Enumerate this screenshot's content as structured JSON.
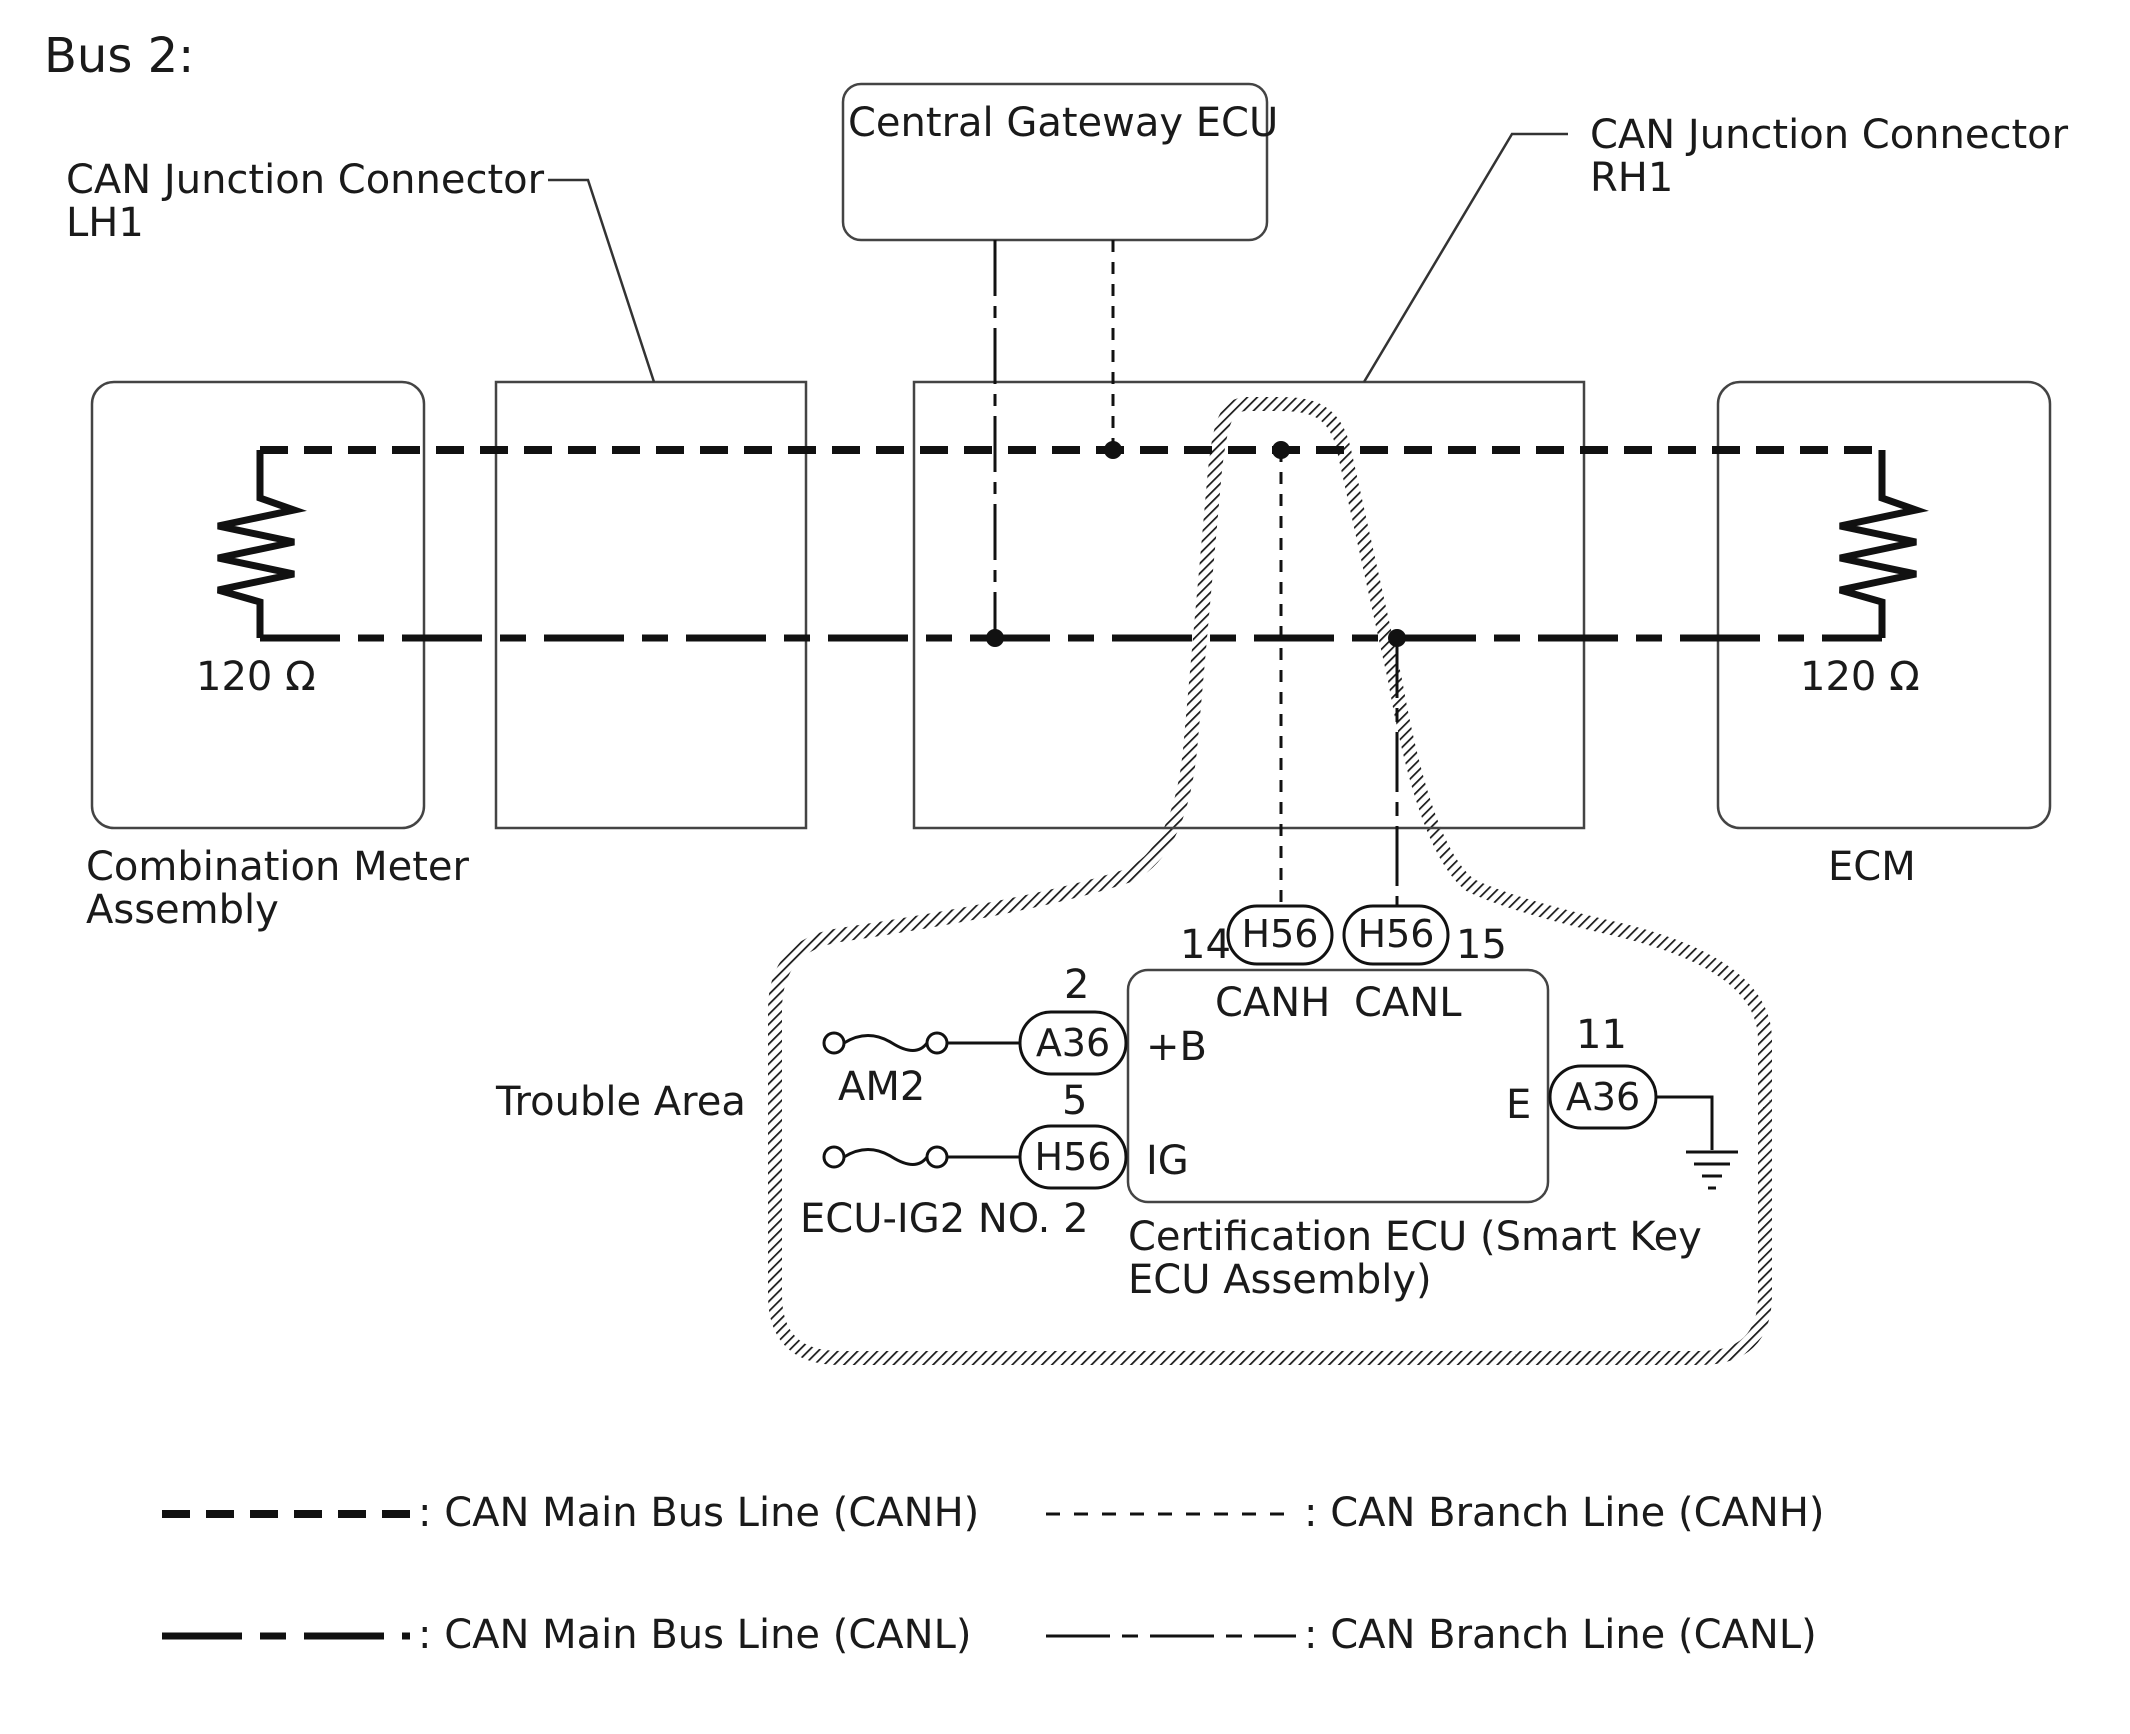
{
  "title": "Bus 2:",
  "components": {
    "central_gateway": "Central Gateway ECU",
    "junction_lh1": {
      "line1": "CAN Junction Connector",
      "line2": "LH1"
    },
    "junction_rh1": {
      "line1": "CAN Junction Connector",
      "line2": "RH1"
    },
    "combination_meter": {
      "line1": "Combination Meter",
      "line2": "Assembly"
    },
    "ecm": "ECM",
    "certification_ecu": {
      "line1": "Certification ECU (Smart Key",
      "line2": "ECU Assembly)"
    }
  },
  "resistors": {
    "left": "120 Ω",
    "right": "120 Ω"
  },
  "trouble_area": "Trouble Area",
  "fuses": {
    "am2": "AM2",
    "ecu_ig2": "ECU-IG2 NO. 2"
  },
  "connectors": {
    "canh": {
      "code": "H56",
      "pin": "14",
      "signal": "CANH"
    },
    "canl": {
      "code": "H56",
      "pin": "15",
      "signal": "CANL"
    },
    "plus_b": {
      "code": "A36",
      "pin": "2",
      "signal": "+B"
    },
    "ig": {
      "code": "H56",
      "pin": "5",
      "signal": "IG"
    },
    "ground": {
      "code": "A36",
      "pin": "11",
      "signal": "E"
    }
  },
  "legend": {
    "main_canh": ": CAN Main Bus Line (CANH)",
    "main_canl": ": CAN Main Bus Line (CANL)",
    "branch_canh": ": CAN Branch Line (CANH)",
    "branch_canl": ": CAN Branch Line (CANL)"
  }
}
